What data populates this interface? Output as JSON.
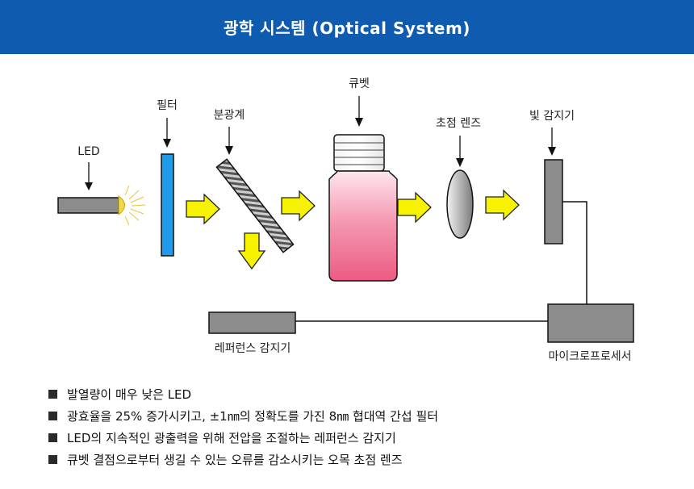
{
  "header": {
    "title": "광학 시스템 (Optical System)"
  },
  "labels": {
    "led": "LED",
    "filter": "필터",
    "beam_splitter": "분광계",
    "cuvette": "큐벳",
    "focus_lens": "초점 렌즈",
    "light_detector": "빛 감지기",
    "reference_detector": "레퍼런스 감지기",
    "microprocessor": "마이크로프로세서"
  },
  "features": [
    "발열량이 매우 낮은 LED",
    "광효율을 25% 증가시키고, ±1㎚의 정확도를 가진 8㎚ 협대역 간섭 필터",
    "LED의 지속적인 광출력을 위해 전압을 조절하는 레퍼런스 감지기",
    "큐벳 결점으로부터 생길 수 있는 오류를 감소시키는 오목 초점 렌즈"
  ],
  "colors": {
    "header_bg": "#0f5bb0",
    "filter_blue": "#1e9bea",
    "arrow_yellow": "#f7f200",
    "component_gray": "#8c8c8c",
    "cuvette_pink": "#ec5a83"
  }
}
